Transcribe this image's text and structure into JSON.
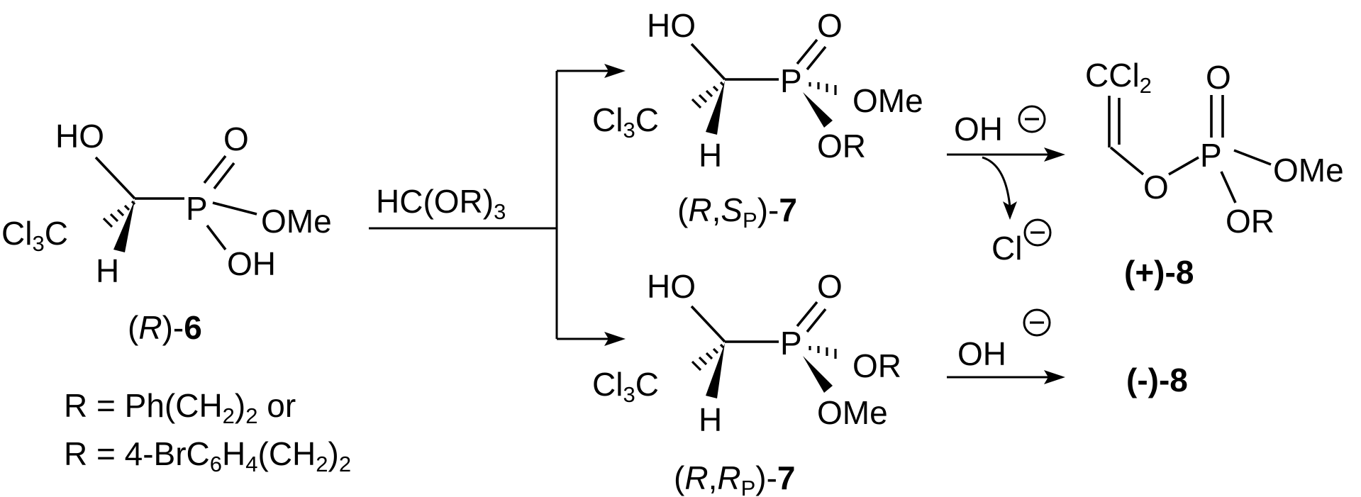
{
  "reactant": {
    "HO": "HO",
    "O": "O",
    "P": "P",
    "OMe": "OMe",
    "OH": "OH",
    "CCl3_prefix": "Cl",
    "CCl3_sub": "3",
    "CCl3_suffix": "C",
    "H": "H",
    "label_open": "(",
    "label_R": "R",
    "label_close": ")-",
    "label_num": "6"
  },
  "r_definitions": {
    "line1": {
      "prefix": "R = Ph(CH",
      "sub": "2",
      "mid": ")",
      "sub2": "2",
      "suffix": " or"
    },
    "line2": {
      "prefix": "R = 4-BrC",
      "sub1": "6",
      "mid1": "H",
      "sub2": "4",
      "mid2": "(CH",
      "sub3": "2",
      "mid3": ")",
      "sub4": "2"
    }
  },
  "reagent": {
    "prefix": "HC(OR)",
    "sub": "3"
  },
  "product_top": {
    "HO": "HO",
    "O": "O",
    "P": "P",
    "OMe": "OMe",
    "OR": "OR",
    "CCl3_prefix": "Cl",
    "CCl3_sub": "3",
    "CCl3_suffix": "C",
    "H": "H",
    "label_open": "(",
    "label_R": "R",
    "label_comma": ",",
    "label_S": "S",
    "label_Ssub": "P",
    "label_close": ")-",
    "label_num": "7"
  },
  "product_bottom": {
    "HO": "HO",
    "O": "O",
    "P": "P",
    "OR": "OR",
    "OMe": "OMe",
    "CCl3_prefix": "Cl",
    "CCl3_sub": "3",
    "CCl3_suffix": "C",
    "H": "H",
    "label_open": "(",
    "label_R": "R",
    "label_comma": ",",
    "label_R2": "R",
    "label_R2sub": "P",
    "label_close": ")-",
    "label_num": "7"
  },
  "step_top": {
    "reagent": "OH",
    "byproduct": "Cl"
  },
  "step_bottom": {
    "reagent": "OH"
  },
  "final_top": {
    "CCl2_prefix": "CCl",
    "CCl2_sub": "2",
    "O_double": "O",
    "P": "P",
    "O_ester": "O",
    "OMe": "OMe",
    "OR": "OR",
    "label": "(+)-",
    "label_num": "8"
  },
  "final_bottom": {
    "label": "(-)-",
    "label_num": "8"
  }
}
